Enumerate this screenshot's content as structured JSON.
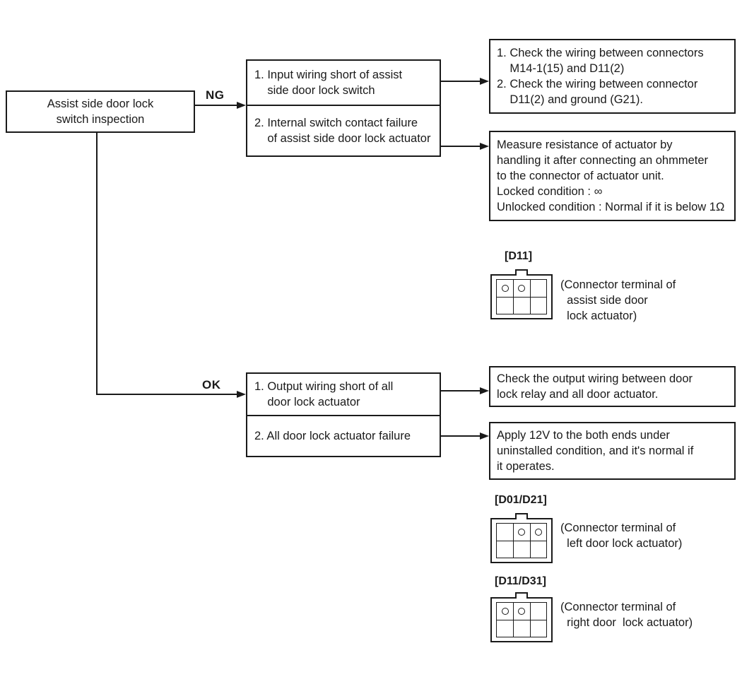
{
  "colors": {
    "background": "#ffffff",
    "ink": "#1a1a1a"
  },
  "root_box": {
    "text": "Assist side door lock\nswitch inspection"
  },
  "ng_branch": {
    "label": "NG",
    "causes": [
      "1. Input wiring short of assist\n    side door lock switch",
      "2. Internal switch contact failure\n    of assist side door lock actuator"
    ],
    "actions": [
      "1. Check the wiring between connectors\n    M14-1(15) and D11(2)\n2. Check the wiring between connector\n    D11(2) and ground (G21).",
      "Measure resistance of actuator by\nhandling it after connecting an ohmmeter\nto the connector of actuator unit.\nLocked condition : ∞\nUnlocked condition : Normal if it is below 1Ω"
    ]
  },
  "ok_branch": {
    "label": "OK",
    "causes": [
      "1. Output wiring short of all\n    door lock actuator",
      "2. All door lock actuator failure"
    ],
    "actions": [
      "Check the output wiring between door\nlock relay and all door actuator.",
      "Apply 12V to the both ends under\nuninstalled condition, and it's normal if\nit operates."
    ]
  },
  "connectors": [
    {
      "id": "[D11]",
      "caption": "(Connector terminal of\n  assist side door\n  lock actuator)",
      "pins": [
        [
          1,
          1,
          0
        ],
        [
          0,
          0,
          0
        ]
      ]
    },
    {
      "id": "[D01/D21]",
      "caption": "(Connector terminal of\n  left door lock actuator)",
      "pins": [
        [
          0,
          1,
          1
        ],
        [
          0,
          0,
          0
        ]
      ]
    },
    {
      "id": "[D11/D31]",
      "caption": "(Connector terminal of\n  right door  lock actuator)",
      "pins": [
        [
          1,
          1,
          0
        ],
        [
          0,
          0,
          0
        ]
      ]
    }
  ]
}
